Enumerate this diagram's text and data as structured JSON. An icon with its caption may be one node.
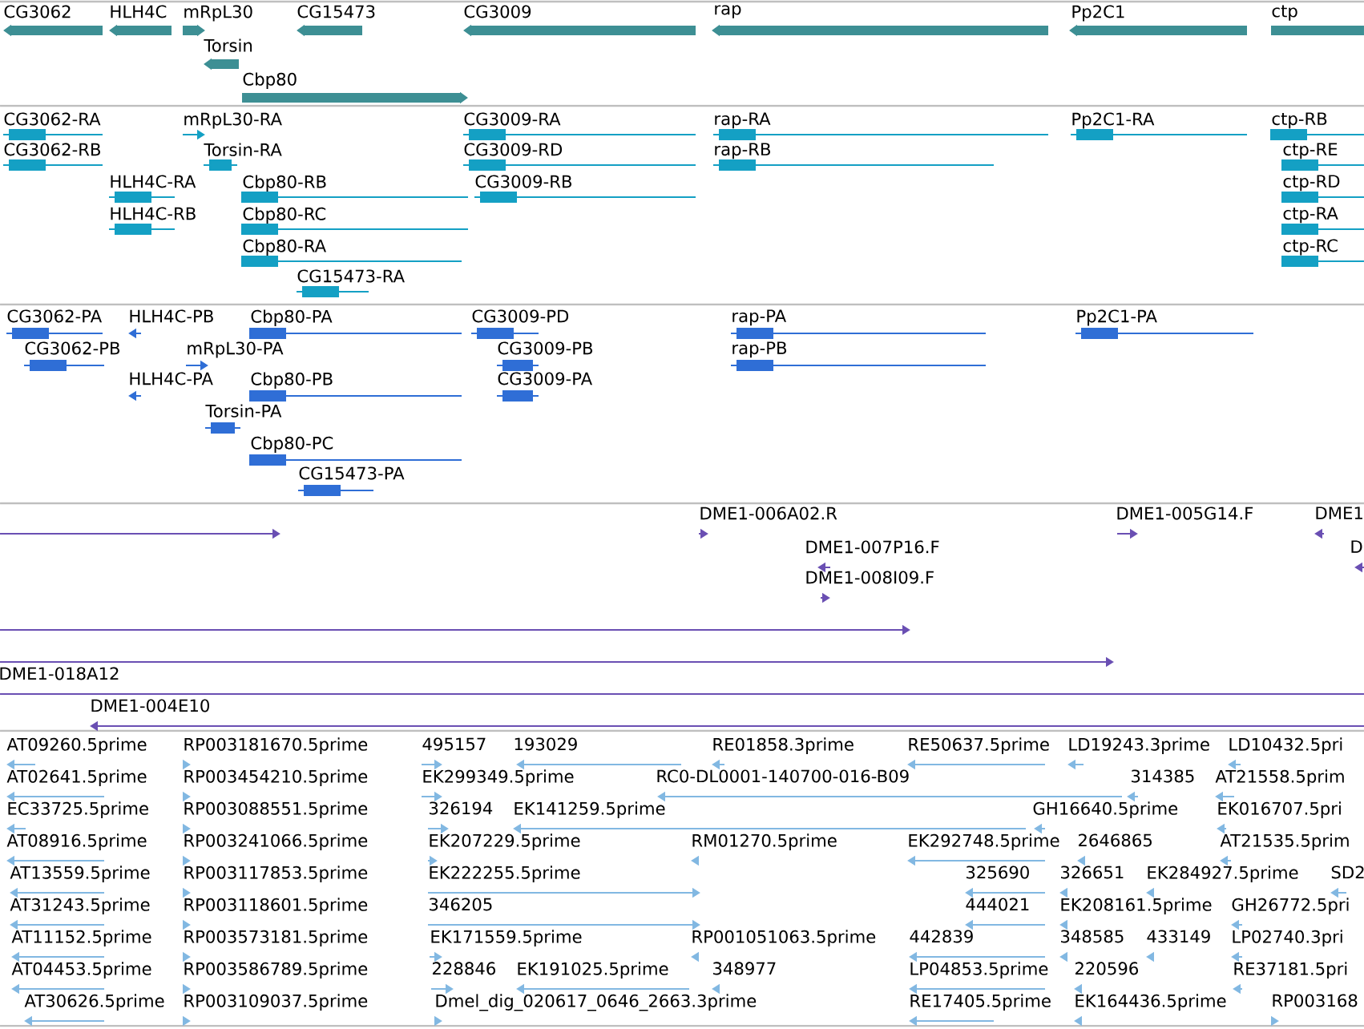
{
  "diagram": {
    "labels": [
      "CG3062",
      "HLH4C",
      "mRpL30",
      "CG15473",
      "CG3009",
      "rap",
      "Pp2C1",
      "ctp",
      "Torsin",
      "Cbp80",
      "CG3062-RA",
      "mRpL30-RA",
      "CG3009-RA",
      "rap-RA",
      "Pp2C1-RA",
      "ctp-RB",
      "CG3062-RB",
      "Torsin-RA",
      "CG3009-RD",
      "rap-RB",
      "ctp-RE",
      "HLH4C-RA",
      "Cbp80-RB",
      "CG3009-RB",
      "ctp-RD",
      "HLH4C-RB",
      "Cbp80-RC",
      "ctp-RA",
      "Cbp80-RA",
      "ctp-RC",
      "CG15473-RA",
      "CG3062-PA",
      "HLH4C-PB",
      "Cbp80-PA",
      "CG3009-PD",
      "rap-PA",
      "Pp2C1-PA",
      "CG3062-PB",
      "mRpL30-PA",
      "CG3009-PB",
      "rap-PB",
      "HLH4C-PA",
      "Cbp80-PB",
      "CG3009-PA",
      "Torsin-PA",
      "Cbp80-PC",
      "CG15473-PA",
      "DME1-006A02.R",
      "DME1-005G14.F",
      "DME1",
      "DME1-007P16.F",
      "D",
      "DME1-008I09.F",
      "DME1-018A12",
      "DME1-004E10",
      "AT09260.5prime",
      "RP003181670.5prime",
      "495157",
      "193029",
      "RE01858.3prime",
      "RE50637.5prime",
      "LD19243.3prime",
      "LD10432.5pri",
      "AT02641.5prime",
      "RP003454210.5prime",
      "EK299349.5prime",
      "RC0-DL0001-140700-016-B09",
      "314385",
      "AT21558.5prim",
      "EC33725.5prime",
      "RP003088551.5prime",
      "326194",
      "EK141259.5prime",
      "GH16640.5prime",
      "EK016707.5pri",
      "AT08916.5prime",
      "RP003241066.5prime",
      "EK207229.5prime",
      "RM01270.5prime",
      "EK292748.5prime",
      "2646865",
      "AT21535.5prim",
      "AT13559.5prime",
      "RP003117853.5prime",
      "EK222255.5prime",
      "325690",
      "326651",
      "EK284927.5prime",
      "SD2",
      "AT31243.5prime",
      "RP003118601.5prime",
      "346205",
      "444021",
      "EK208161.5prime",
      "GH26772.5pri",
      "AT11152.5prime",
      "RP003573181.5prime",
      "EK171559.5prime",
      "RP001051063.5prime",
      "442839",
      "348585",
      "433149",
      "LP02740.3pri",
      "AT04453.5prime",
      "RP003586789.5prime",
      "228846",
      "EK191025.5prime",
      "348977",
      "LP04853.5prime",
      "220596",
      "RE37181.5pri",
      "AT30626.5prime",
      "RP003109037.5prime",
      "Dmel_dig_020617_0646_2663.3prime",
      "RE17405.5prime",
      "EK164436.5prime",
      "RP003168"
    ]
  }
}
